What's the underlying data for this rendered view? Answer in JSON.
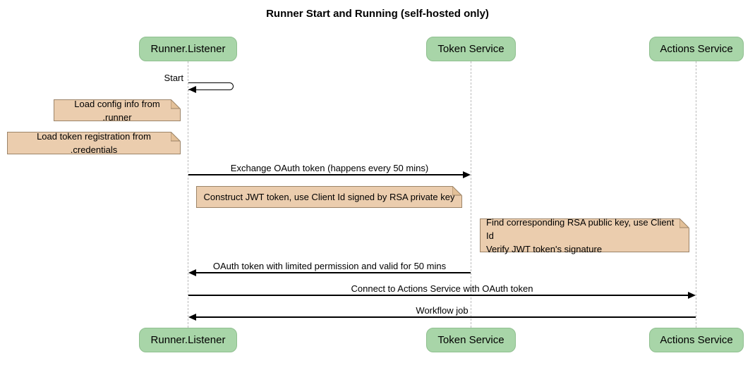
{
  "title": "Runner Start and Running (self-hosted only)",
  "participants": [
    {
      "name": "Runner.Listener"
    },
    {
      "name": "Token Service"
    },
    {
      "name": "Actions Service"
    }
  ],
  "messages": [
    {
      "label": "Start",
      "from": "Runner.Listener",
      "to": "Runner.Listener",
      "type": "self"
    },
    {
      "label": "Exchange OAuth token (happens every 50 mins)",
      "from": "Runner.Listener",
      "to": "Token Service",
      "type": "solid-arrow"
    },
    {
      "label": "OAuth token with limited permission and valid for 50 mins",
      "from": "Token Service",
      "to": "Runner.Listener",
      "type": "solid-arrow"
    },
    {
      "label": "Connect to Actions Service with OAuth token",
      "from": "Runner.Listener",
      "to": "Actions Service",
      "type": "solid-arrow"
    },
    {
      "label": "Workflow job",
      "from": "Actions Service",
      "to": "Runner.Listener",
      "type": "solid-arrow"
    }
  ],
  "notes": [
    {
      "text": "Load config info from .runner",
      "position": "left of Runner.Listener"
    },
    {
      "text": "Load token registration from .credentials",
      "position": "left of Runner.Listener"
    },
    {
      "text": "Construct JWT token, use Client Id signed by RSA private key",
      "position": "right of Runner.Listener"
    },
    {
      "lines": [
        "Find corresponding RSA public key, use Client Id",
        "Verify JWT token's signature"
      ],
      "position": "left of Actions Service"
    }
  ],
  "colors": {
    "background": "#ffffff",
    "text": "#000000",
    "participant-fill": "#a8d5a8",
    "participant-border": "#8fbf8f",
    "note-fill": "#ebcdae",
    "note-fold-fill": "#e3c098",
    "note-border": "#9c8468",
    "lifeline": "#bbbbbb",
    "arrow": "#000000"
  }
}
